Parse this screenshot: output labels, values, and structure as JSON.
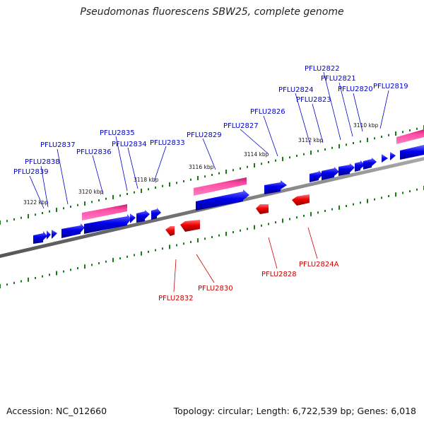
{
  "title": "Pseudomonas fluorescens SBW25, complete genome",
  "footer": {
    "accession": "Accession: NC_012660",
    "summary": "Topology: circular; Length: 6,722,539 bp; Genes: 6,018"
  },
  "colors": {
    "forward_gene": "#0000ee",
    "reverse_gene": "#ee0000",
    "rna_feature": "#ff3399",
    "tick": "#1a7a1a",
    "backbone": "#777777",
    "forward_label": "#0000cc",
    "reverse_label": "#cc0000"
  },
  "kbp_labels": [
    "3110 kbp",
    "3112 kbp",
    "3114 kbp",
    "3116 kbp",
    "3118 kbp",
    "3120 kbp",
    "3122 kbp"
  ],
  "forward_labels": [
    "PFLU2819",
    "PFLU2820",
    "PFLU2821",
    "PFLU2822",
    "PFLU2823",
    "PFLU2824",
    "PFLU2826",
    "PFLU2827",
    "PFLU2829",
    "PFLU2833",
    "PFLU2834",
    "PFLU2835",
    "PFLU2836",
    "PFLU2837",
    "PFLU2838",
    "PFLU2839"
  ],
  "reverse_labels": [
    "PFLU2824A",
    "PFLU2828",
    "PFLU2830",
    "PFLU2832"
  ]
}
